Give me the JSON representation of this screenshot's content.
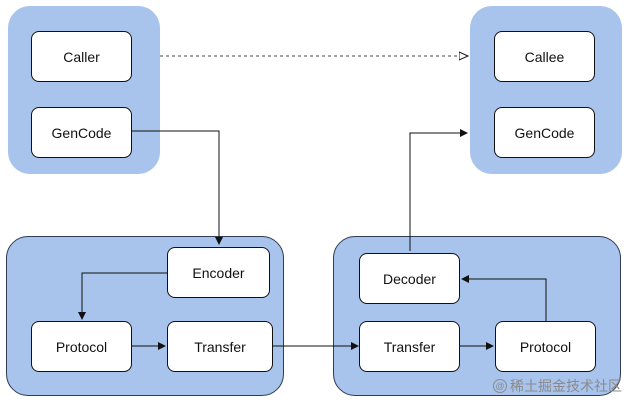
{
  "diagram": {
    "nodes": {
      "caller": "Caller",
      "gencode_left": "GenCode",
      "callee": "Callee",
      "gencode_right": "GenCode",
      "encoder": "Encoder",
      "protocol_left": "Protocol",
      "transfer_left": "Transfer",
      "decoder": "Decoder",
      "transfer_right": "Transfer",
      "protocol_right": "Protocol"
    },
    "edges": [
      {
        "from": "caller",
        "to": "callee",
        "style": "dashed"
      },
      {
        "from": "gencode_left",
        "to": "encoder",
        "style": "solid"
      },
      {
        "from": "encoder",
        "to": "protocol_left",
        "style": "solid"
      },
      {
        "from": "protocol_left",
        "to": "transfer_left",
        "style": "solid"
      },
      {
        "from": "transfer_left",
        "to": "transfer_right",
        "style": "solid"
      },
      {
        "from": "transfer_right",
        "to": "protocol_right",
        "style": "solid"
      },
      {
        "from": "protocol_right",
        "to": "decoder",
        "style": "solid"
      },
      {
        "from": "decoder",
        "to": "gencode_right",
        "style": "solid"
      }
    ]
  },
  "colors": {
    "group_fill": "#a8c3ec",
    "node_fill": "#ffffff",
    "stroke": "#111111"
  },
  "watermark": {
    "text": "@稀土掘金技术社区",
    "icon": "at-sign-icon"
  }
}
